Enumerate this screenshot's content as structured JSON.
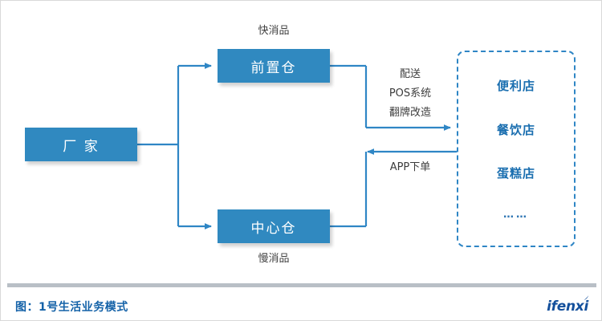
{
  "diagram": {
    "nodes": [
      {
        "id": "maker",
        "label": "厂 家"
      },
      {
        "id": "front",
        "label": "前置仓"
      },
      {
        "id": "center",
        "label": "中心仓"
      }
    ],
    "branch_labels": {
      "top": "快消品",
      "bottom": "慢消品"
    },
    "flow_forward": [
      "配送",
      "POS系统",
      "翻牌改造"
    ],
    "flow_backward": "APP下单",
    "store_group": {
      "items": [
        "便利店",
        "餐饮店",
        "蛋糕店",
        "……"
      ]
    }
  },
  "footer": {
    "caption": "图：1号生活业务模式",
    "logo": "ifenxi"
  },
  "colors": {
    "node_fill": "#3089c0",
    "node_text": "#ffffff",
    "connector": "#2f86c5",
    "dashed_border": "#2f86c5",
    "store_text": "#1b6fb0",
    "caption": "#1462a8",
    "logo": "#14509c",
    "separator": "#b9bfc6",
    "card_border": "#d9d9d9",
    "plain_label": "#404040"
  }
}
